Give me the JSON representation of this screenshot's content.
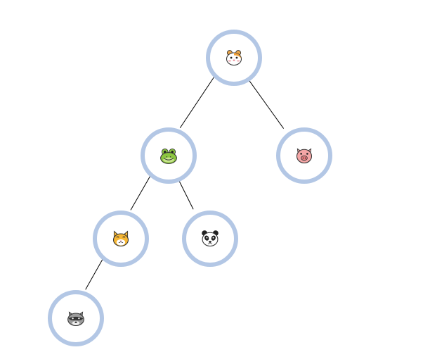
{
  "tree": {
    "colors": {
      "node_border": "#b3c7e5",
      "node_fill": "#ffffff",
      "edge": "#000000"
    },
    "nodes": [
      {
        "id": "hamster",
        "icon": "hamster-face-icon",
        "parent": null
      },
      {
        "id": "frog",
        "icon": "frog-face-icon",
        "parent": "hamster"
      },
      {
        "id": "pig",
        "icon": "pig-face-icon",
        "parent": "hamster"
      },
      {
        "id": "cat",
        "icon": "cat-face-icon",
        "parent": "frog"
      },
      {
        "id": "panda",
        "icon": "panda-face-icon",
        "parent": "frog"
      },
      {
        "id": "raccoon",
        "icon": "raccoon-face-icon",
        "parent": "cat"
      }
    ]
  }
}
